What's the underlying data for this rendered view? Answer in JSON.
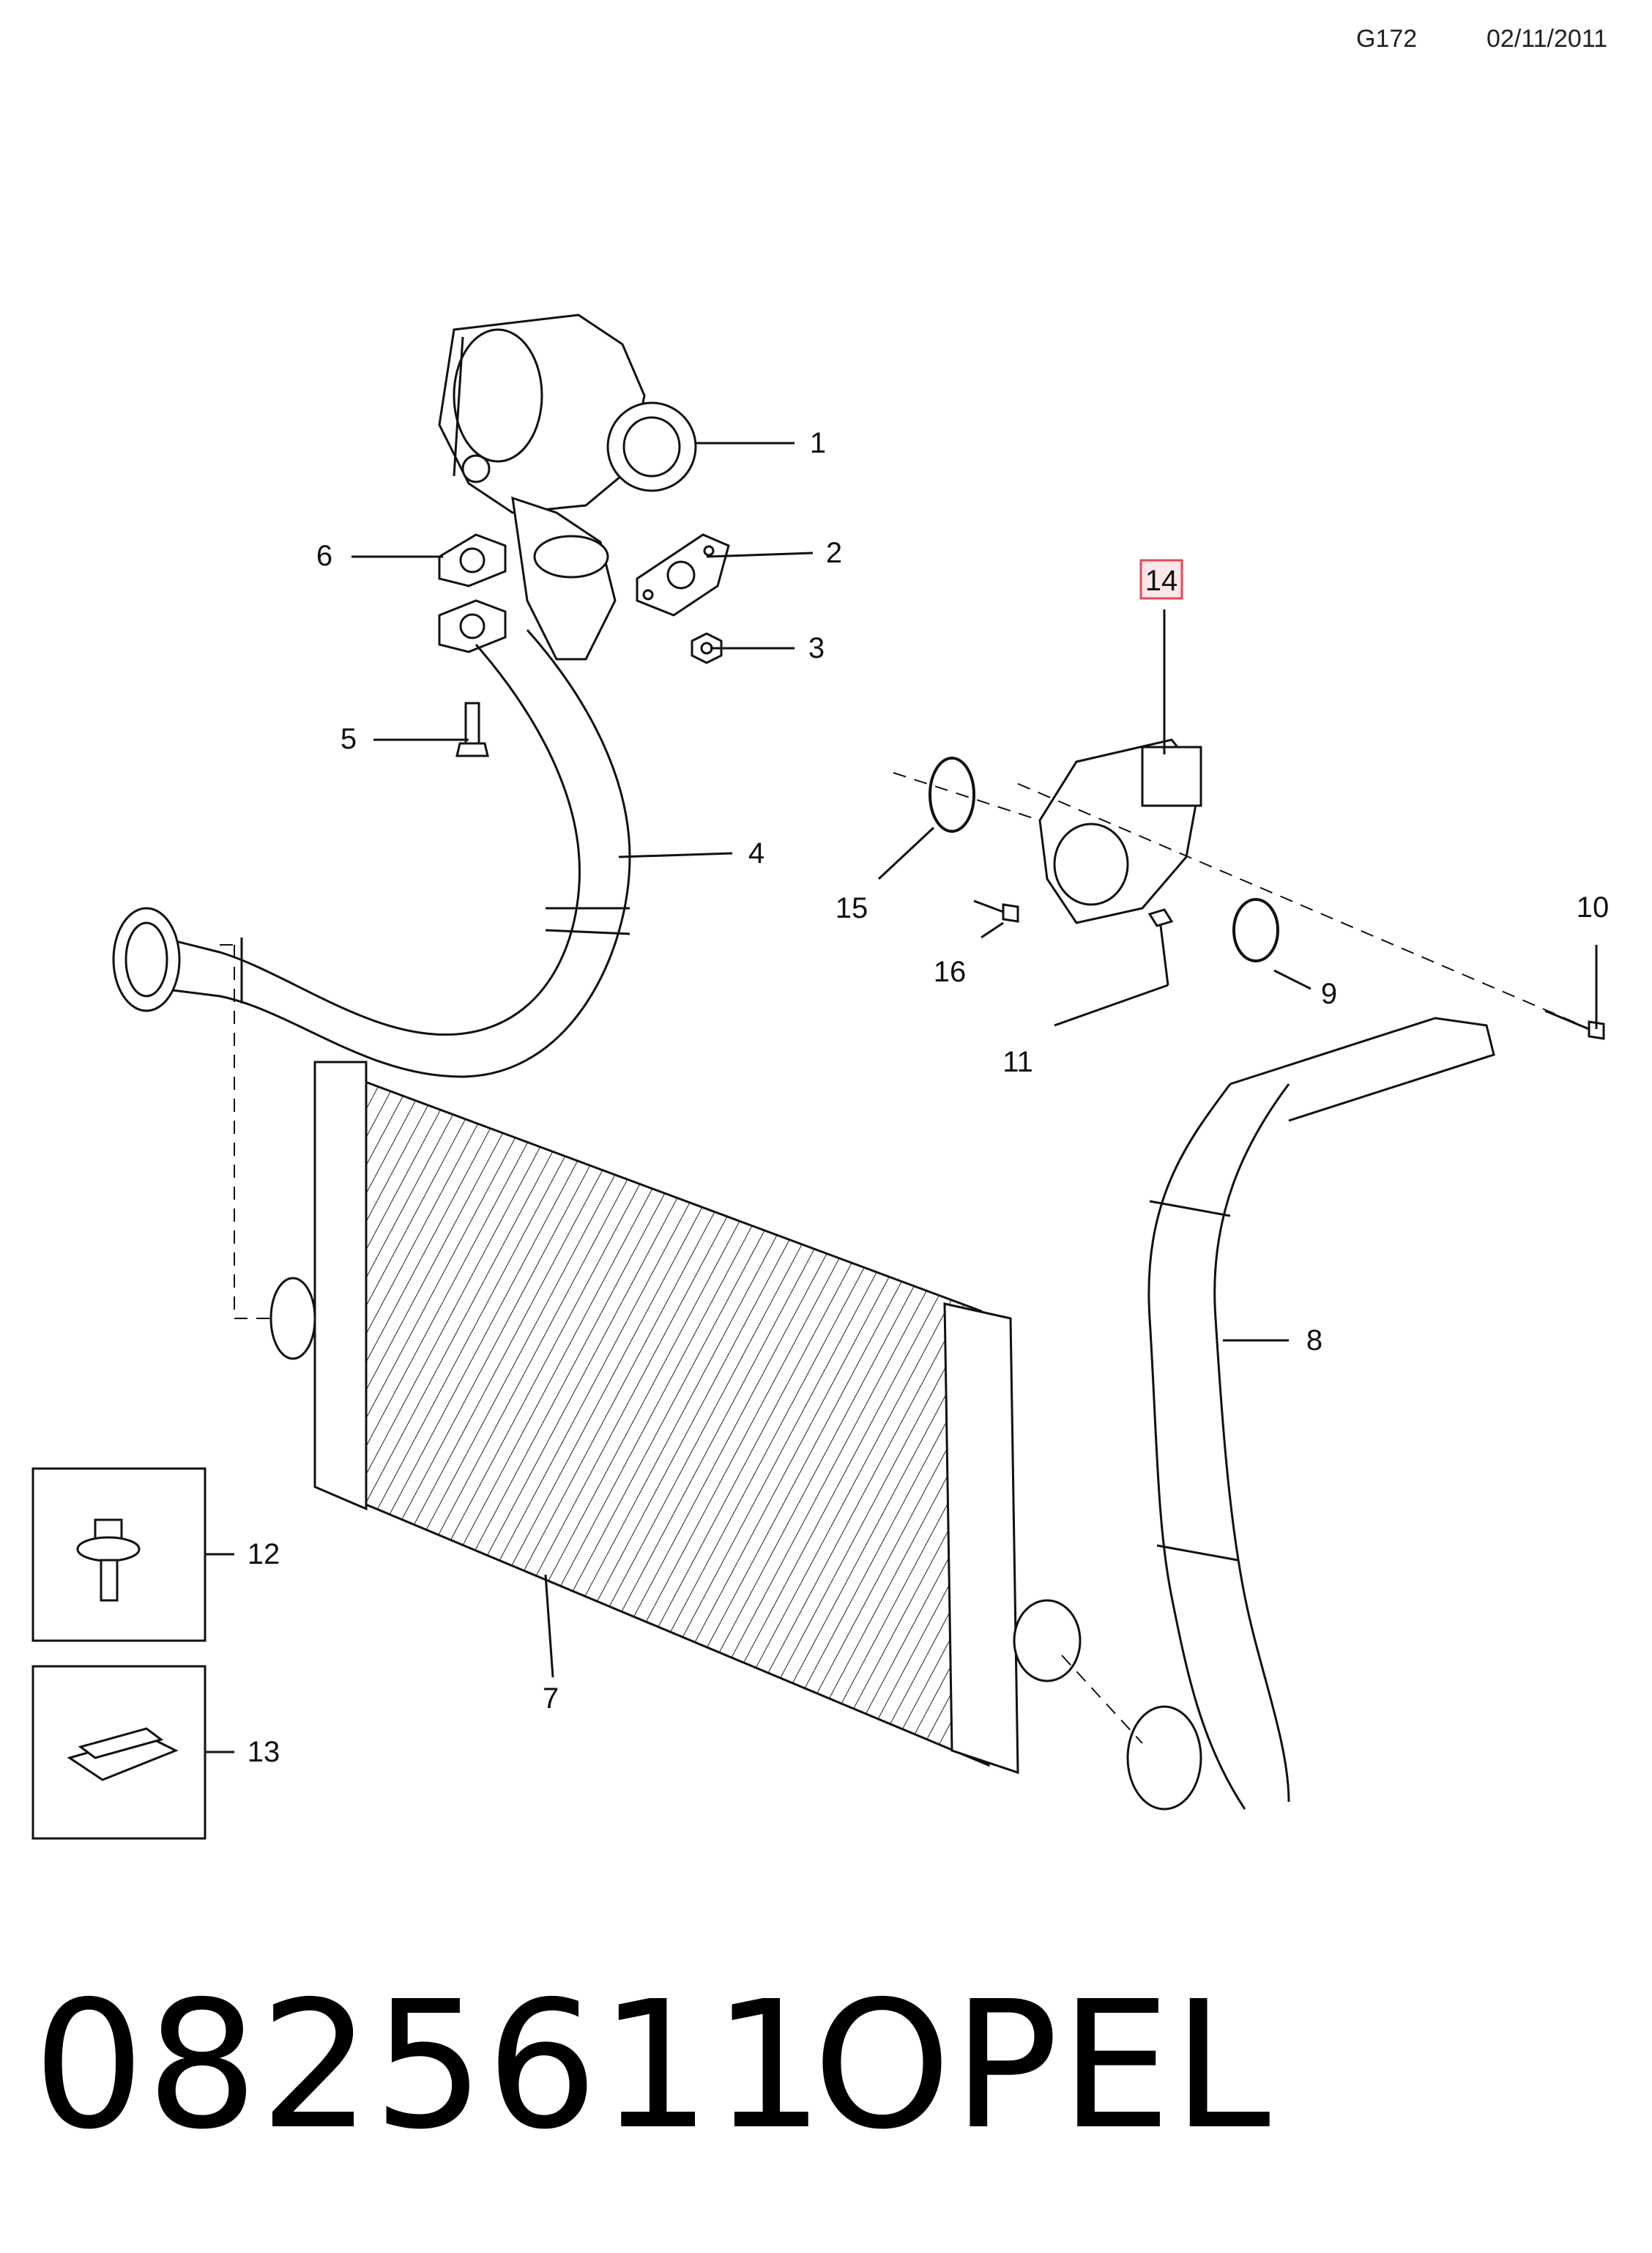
{
  "header": {
    "code": "G172",
    "date": "02/11/2011"
  },
  "callouts": [
    {
      "id": "1",
      "label": "1"
    },
    {
      "id": "2",
      "label": "2"
    },
    {
      "id": "3",
      "label": "3"
    },
    {
      "id": "4",
      "label": "4"
    },
    {
      "id": "5",
      "label": "5"
    },
    {
      "id": "6",
      "label": "6"
    },
    {
      "id": "7",
      "label": "7"
    },
    {
      "id": "8",
      "label": "8"
    },
    {
      "id": "9",
      "label": "9"
    },
    {
      "id": "10",
      "label": "10"
    },
    {
      "id": "11",
      "label": "11"
    },
    {
      "id": "12",
      "label": "12"
    },
    {
      "id": "13",
      "label": "13"
    },
    {
      "id": "14",
      "label": "14",
      "highlighted": true,
      "highlight_color": "#e04a5a"
    },
    {
      "id": "15",
      "label": "15"
    },
    {
      "id": "16",
      "label": "16"
    }
  ],
  "footer": {
    "part_number": "0825611",
    "brand": "OPEL"
  }
}
